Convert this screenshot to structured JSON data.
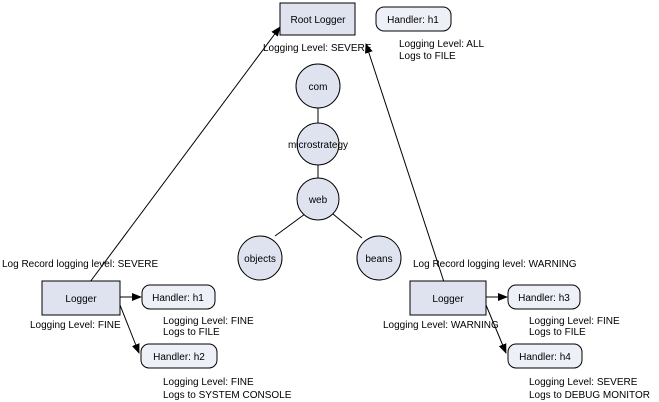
{
  "root_logger": {
    "label": "Root Logger",
    "level": "Logging Level: SEVERE"
  },
  "root_handler": {
    "label": "Handler: h1",
    "level": "Logging Level: ALL",
    "logs": "Logs to FILE"
  },
  "packages": {
    "com": "com",
    "microstrategy": "microstrategy",
    "web": "web",
    "objects": "objects",
    "beans": "beans"
  },
  "left_logger": {
    "record_level": "Log Record logging level: SEVERE",
    "label": "Logger",
    "level": "Logging Level: FINE",
    "handlers": [
      {
        "label": "Handler: h1",
        "level": "Logging Level: FINE",
        "logs": "Logs to FILE"
      },
      {
        "label": "Handler: h2",
        "level": "Logging Level: FINE",
        "logs": "Logs to SYSTEM CONSOLE"
      }
    ]
  },
  "right_logger": {
    "record_level": "Log Record logging level: WARNING",
    "label": "Logger",
    "level": "Logging Level: WARNING",
    "handlers": [
      {
        "label": "Handler: h3",
        "level": "Logging Level: FINE",
        "logs": "Logs to FILE"
      },
      {
        "label": "Handler: h4",
        "level": "Logging Level: SEVERE",
        "logs": "Logs to DEBUG MONITOR"
      }
    ]
  }
}
